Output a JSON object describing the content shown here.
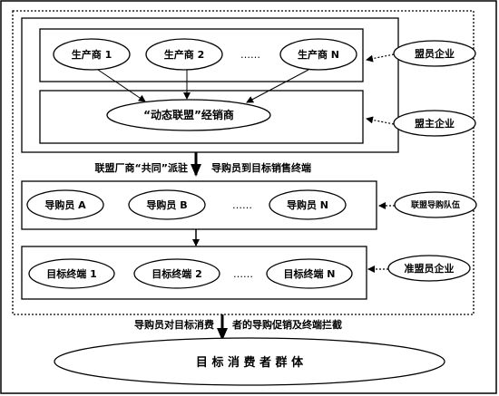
{
  "top_group": {
    "producers": [
      "生产商 1",
      "生产商 2",
      "……",
      "生产商 N"
    ],
    "distributor": "“动态联盟”经销商"
  },
  "side_labels": {
    "member_enterprise": "盟员企业",
    "leader_enterprise": "盟主企业",
    "alliance_team": "联盟导购队伍",
    "quasi_member": "准盟员企业"
  },
  "arrow_texts": {
    "dispatch_left": "联盟厂商“共同”派驻",
    "dispatch_right": "导购员到目标销售终端",
    "bottom_left": "导购员对目标消费",
    "bottom_right": "者的导购促销及终端拦截"
  },
  "guides": [
    "导购员 A",
    "导购员 B",
    "……",
    "导购员 N"
  ],
  "terminals": [
    "目标终端 1",
    "目标终端 2",
    "……",
    "目标终端 N"
  ],
  "consumers": "目 标 消 费 者 群 体",
  "colors": {
    "stroke": "#000000",
    "background": "#ffffff"
  }
}
